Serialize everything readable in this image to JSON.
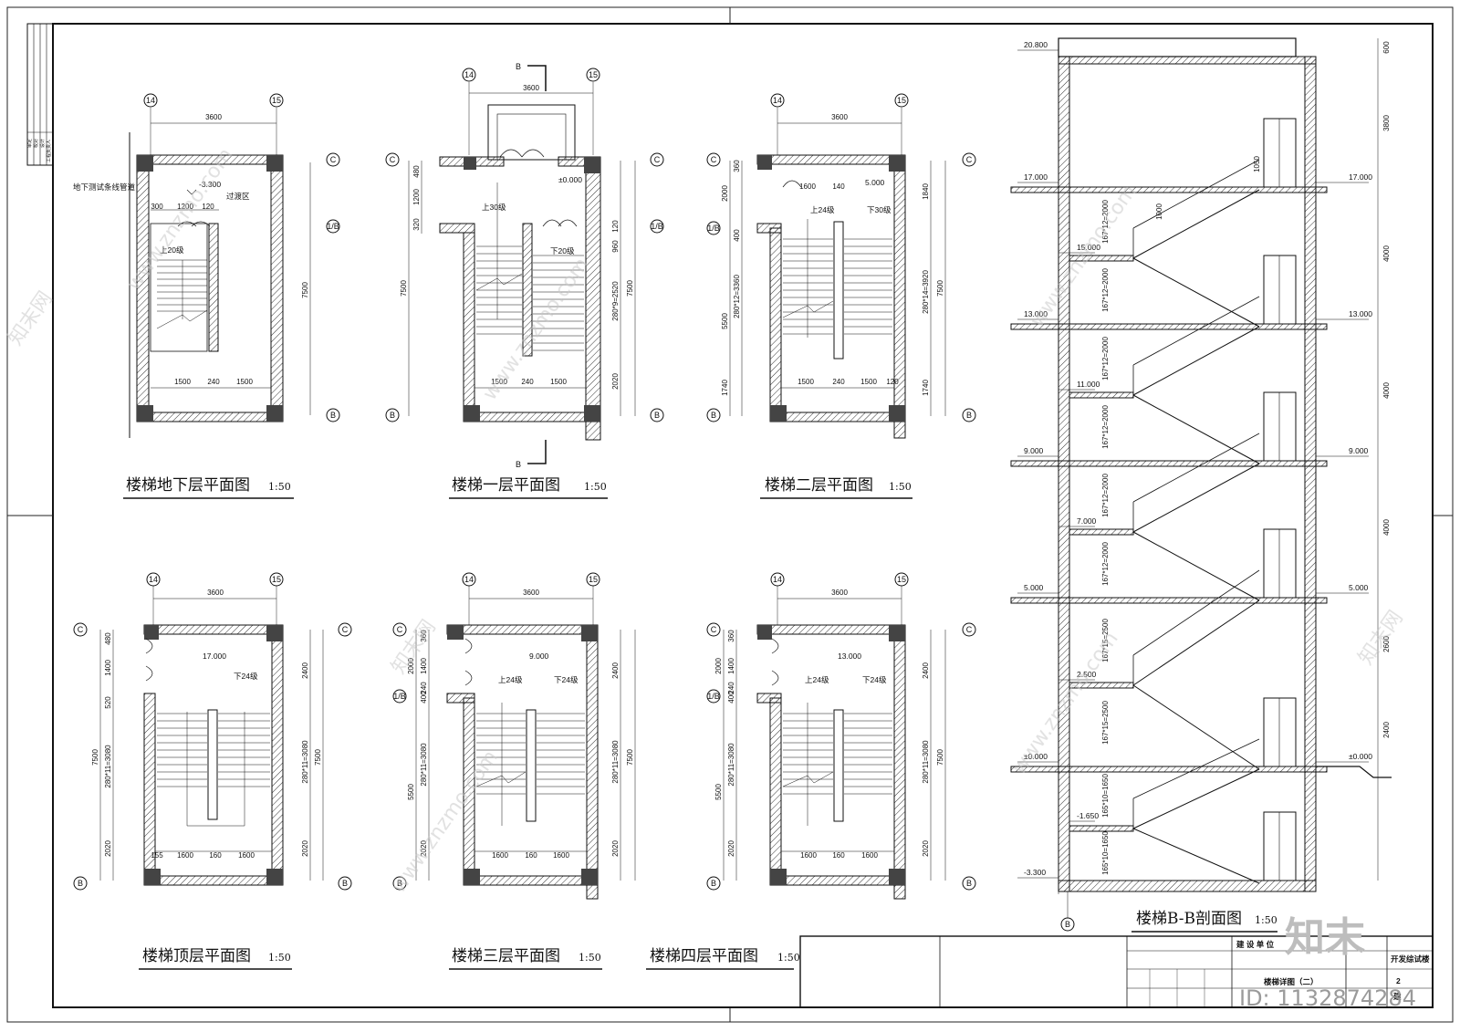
{
  "plans": [
    {
      "title": "楼梯地下层平面图",
      "scale": "1:50",
      "axis_left": "14",
      "axis_right": "15",
      "width_dim": "3600",
      "level": "-3.300",
      "up_label": "上20级",
      "bottom_dims": [
        "1500",
        "240",
        "1500"
      ],
      "top_dims": [
        "300",
        "1200",
        "120"
      ],
      "right_dim": "7500",
      "note_pipe": "地下测试条线管道",
      "note_room": "过渡区"
    },
    {
      "title": "楼梯一层平面图",
      "scale": "1:50",
      "axis_left": "14",
      "axis_right": "15",
      "width_dim": "3600",
      "level": "±0.000",
      "up_label": "上30级",
      "down_label": "下20级",
      "bottom_dims": [
        "1500",
        "240",
        "1500"
      ],
      "section_mark": "B",
      "left_dims": [
        "480",
        "1200",
        "320",
        "7500"
      ],
      "right_dims": [
        "120",
        "960",
        "280*9=2520",
        "2020",
        "7500"
      ]
    },
    {
      "title": "楼梯二层平面图",
      "scale": "1:50",
      "axis_left": "14",
      "axis_right": "15",
      "width_dim": "3600",
      "level": "5.000",
      "up_label": "上24级",
      "down_label": "下30级",
      "bottom_dims": [
        "1500",
        "240",
        "1500",
        "120"
      ],
      "top_dims": [
        "1600",
        "140"
      ],
      "left_dims": [
        "360",
        "2000",
        "400",
        "5500",
        "280*12=3360",
        "1740"
      ],
      "right_dims": [
        "1840",
        "280*14=3920",
        "1740",
        "7500"
      ]
    },
    {
      "title": "楼梯顶层平面图",
      "scale": "1:50",
      "axis_left": "14",
      "axis_right": "15",
      "width_dim": "3600",
      "level": "17.000",
      "down_label": "下24级",
      "bottom_dims": [
        "155",
        "1600",
        "160",
        "1600"
      ],
      "left_dims": [
        "480",
        "1400",
        "520",
        "7500",
        "280*11=3080",
        "2020"
      ],
      "right_dims": [
        "2400",
        "280*11=3080",
        "2020",
        "7500"
      ]
    },
    {
      "title": "楼梯三层平面图",
      "scale": "1:50",
      "axis_left": "14",
      "axis_right": "15",
      "width_dim": "3600",
      "level": "9.000",
      "up_label": "上24级",
      "down_label": "下24级",
      "bottom_dims": [
        "1600",
        "160",
        "1600"
      ],
      "left_dims": [
        "360",
        "2000",
        "1400",
        "400",
        "240",
        "5500",
        "280*11=3080",
        "2020"
      ],
      "right_dims": [
        "2400",
        "280*11=3080",
        "2020",
        "7500"
      ]
    },
    {
      "title": "楼梯四层平面图",
      "scale": "1:50",
      "axis_left": "14",
      "axis_right": "15",
      "width_dim": "3600",
      "level": "13.000",
      "up_label": "上24级",
      "down_label": "下24级",
      "bottom_dims": [
        "1600",
        "160",
        "1600"
      ],
      "left_dims": [
        "360",
        "2000",
        "1400",
        "400",
        "240",
        "5500",
        "280*11=3080",
        "2020"
      ],
      "right_dims": [
        "2400",
        "280*11=3080",
        "2020",
        "7500"
      ]
    }
  ],
  "axis_labels": {
    "c": "C",
    "b": "B",
    "half": "1/B"
  },
  "section": {
    "title": "楼梯B-B剖面图",
    "scale": "1:50",
    "axis": "B",
    "levels_left": [
      "20.800",
      "17.000",
      "15.000",
      "13.000",
      "11.000",
      "9.000",
      "7.000",
      "5.000",
      "2.500",
      "±0.000",
      "-1.650",
      "-3.300"
    ],
    "levels_right": [
      "17.000",
      "13.000",
      "9.000",
      "5.000",
      "±0.000"
    ],
    "right_dims": [
      "600",
      "3800",
      "4000",
      "4000",
      "4000",
      "2600",
      "2400"
    ],
    "flight_dims": [
      "167*12=2000",
      "167*12=2000",
      "167*12=2000",
      "167*12=2000",
      "167*12=2000",
      "167*12=2000",
      "167*15=2500",
      "167*15=2500",
      "165*10=1650",
      "165*10=1650"
    ],
    "door_height": "1050",
    "rail_height": "1000"
  },
  "title_block": {
    "client_label": "建 设 单 位",
    "project": "开发综试楼",
    "drawing_name": "楼梯详图（二）",
    "sheet_no": "2",
    "sheet_prefix": "建"
  },
  "left_strip": [
    "审定",
    "校对",
    "设计",
    "工程负责人"
  ],
  "watermark": {
    "brand": "知末",
    "id_text": "ID: 1132874284",
    "site": "www.znzmo.com",
    "cn": "知末网"
  }
}
